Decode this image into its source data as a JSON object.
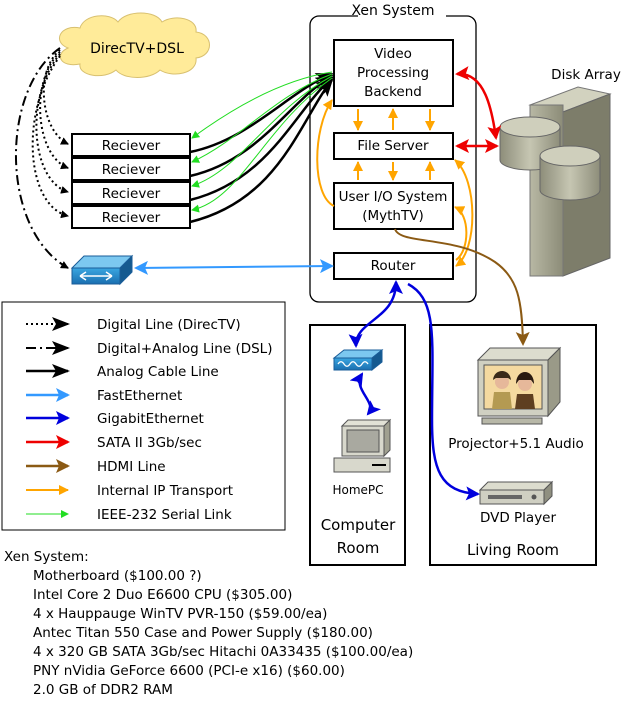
{
  "cloud": {
    "label": "DirecTV+DSL"
  },
  "xen": {
    "title": "Xen System",
    "video": [
      "Video",
      "Processing",
      "Backend"
    ],
    "file_server": "File Server",
    "user_io": [
      "User I/O System",
      "(MythTV)"
    ],
    "router": "Router"
  },
  "disk_array": {
    "label": "Disk Array"
  },
  "receivers": [
    "Reciever",
    "Reciever",
    "Reciever",
    "Reciever"
  ],
  "rooms": {
    "computer": {
      "title": [
        "Computer",
        "Room"
      ],
      "pc_label": "HomePC"
    },
    "living": {
      "title": "Living Room",
      "projector_label": "Projector+5.1 Audio",
      "dvd_label": "DVD Player"
    }
  },
  "legend": [
    {
      "label": "Digital Line (DirecTV)",
      "color": "#000000",
      "style": "dotted"
    },
    {
      "label": "Digital+Analog Line (DSL)",
      "color": "#000000",
      "style": "dashdot"
    },
    {
      "label": "Analog Cable Line",
      "color": "#000000",
      "style": "solid"
    },
    {
      "label": "FastEthernet",
      "color": "#3399ff",
      "style": "solid"
    },
    {
      "label": "GigabitEthernet",
      "color": "#0000dd",
      "style": "solid"
    },
    {
      "label": "SATA II 3Gb/sec",
      "color": "#ee0000",
      "style": "solid"
    },
    {
      "label": "HDMI Line",
      "color": "#8b5a14",
      "style": "solid"
    },
    {
      "label": "Internal IP Transport",
      "color": "#ffa500",
      "style": "solid"
    },
    {
      "label": "IEEE-232 Serial Link",
      "color": "#22dd22",
      "style": "solid"
    }
  ],
  "specs": {
    "title": "Xen System:",
    "items": [
      "Motherboard ($100.00 ?)",
      "Intel Core 2 Duo E6600 CPU ($305.00)",
      "4 x Hauppauge WinTV PVR-150 ($59.00/ea)",
      "Antec Titan 550 Case and Power Supply ($180.00)",
      "4 x 320 GB SATA 3Gb/sec Hitachi 0A33435 ($100.00/ea)",
      "PNY nVidia GeForce 6600 (PCI-e x16) ($60.00)",
      "2.0 GB of DDR2 RAM"
    ]
  }
}
